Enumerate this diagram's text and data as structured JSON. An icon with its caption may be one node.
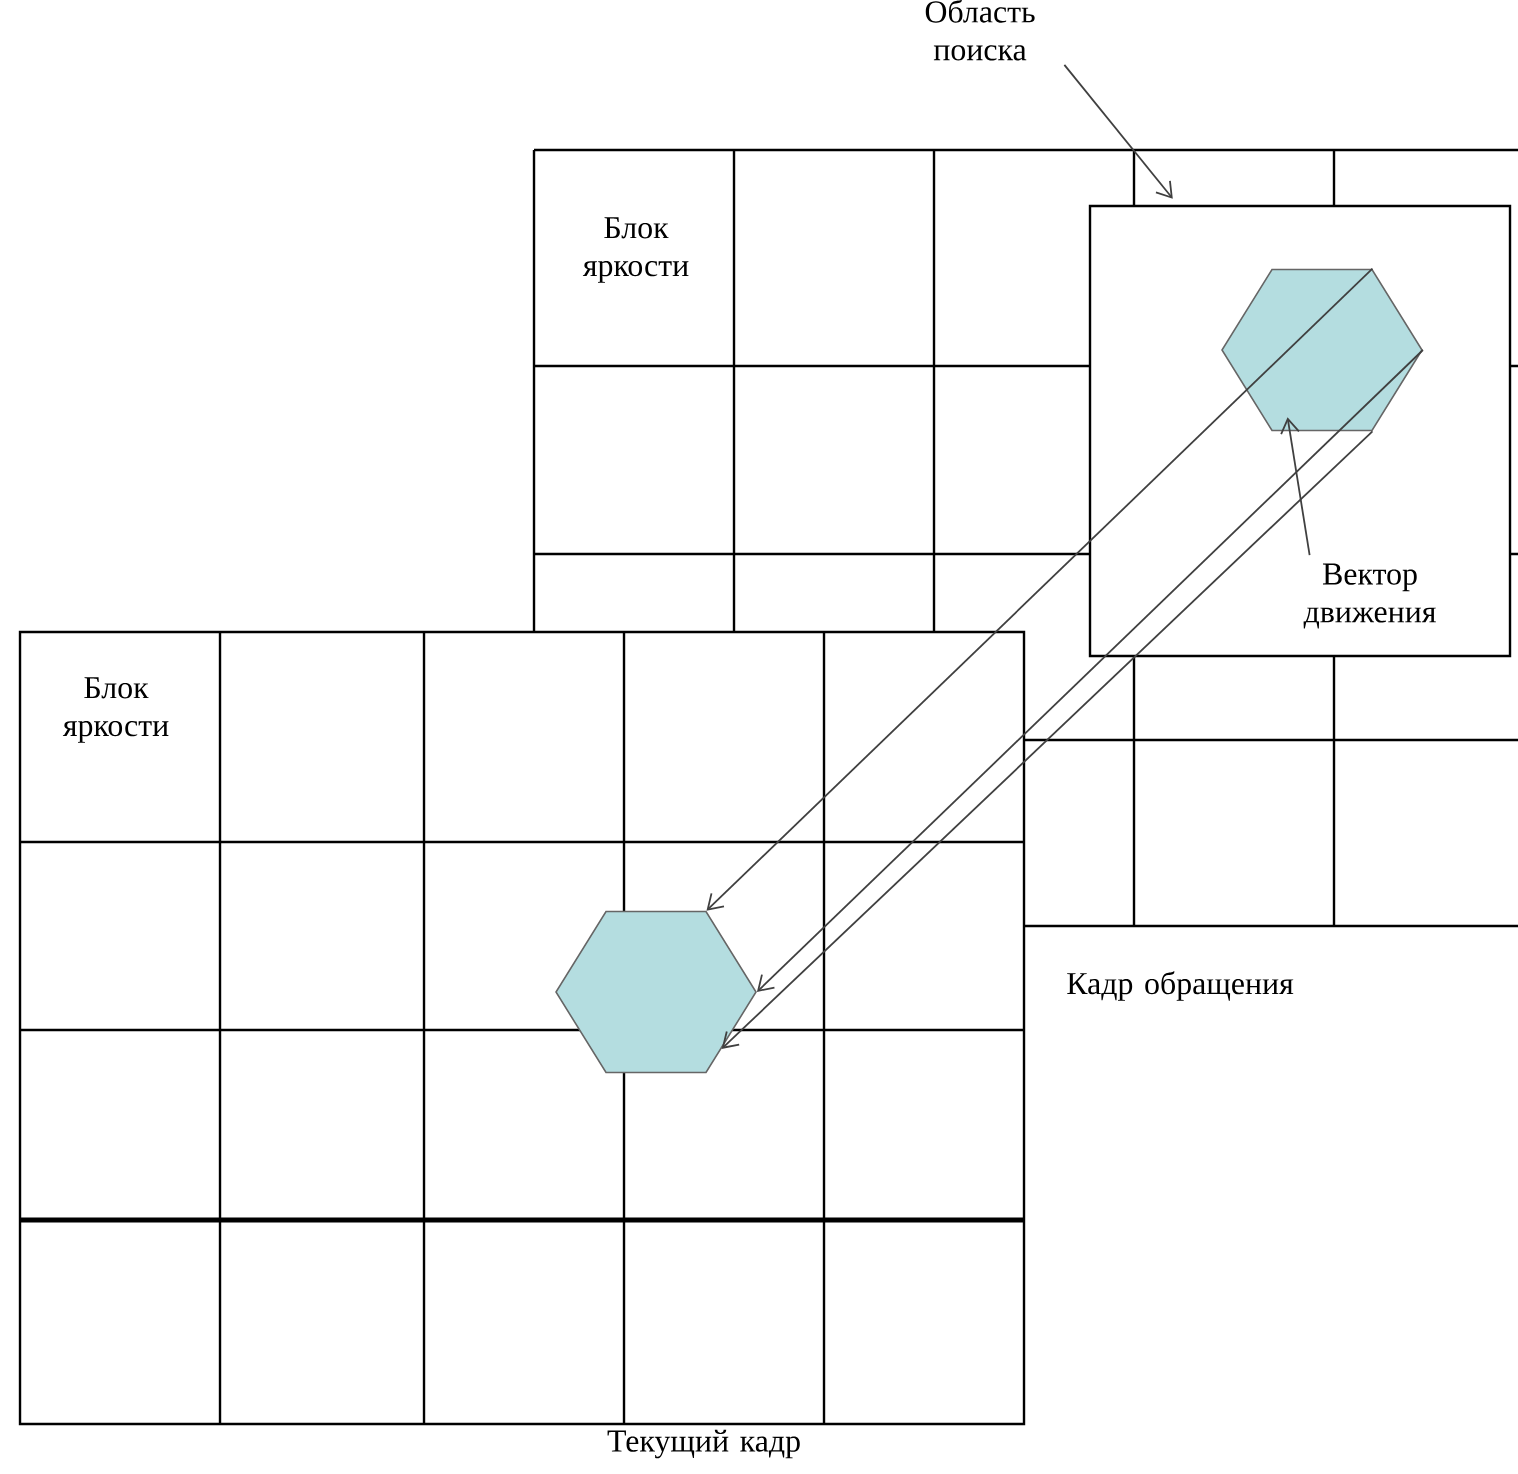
{
  "diagram": {
    "nodes": [
      {
        "text": [
          "Область поиска"
        ]
      },
      {
        "text": [],
        "shape": "box"
      },
      {
        "text": [],
        "shape": "hexagon",
        "in": 1
      },
      {
        "text": [],
        "shape": "hexagon"
      },
      {
        "text": [
          "Вектор движения"
        ],
        "in": 1
      }
    ],
    "edges": [
      {
        "from": 0,
        "to": 1,
        "arrow": "to"
      },
      {
        "from": 2,
        "to": 3,
        "arrow": "to"
      },
      {
        "from": 2,
        "to": 3,
        "arrow": "to"
      },
      {
        "from": 2,
        "to": 3,
        "arrow": "to"
      },
      {
        "from": 4,
        "to": 2,
        "arrow": "to"
      }
    ],
    "labels": [
      "Блок яркости",
      "Блок яркости",
      "Кадр обращения",
      "Текущий кадр"
    ]
  }
}
